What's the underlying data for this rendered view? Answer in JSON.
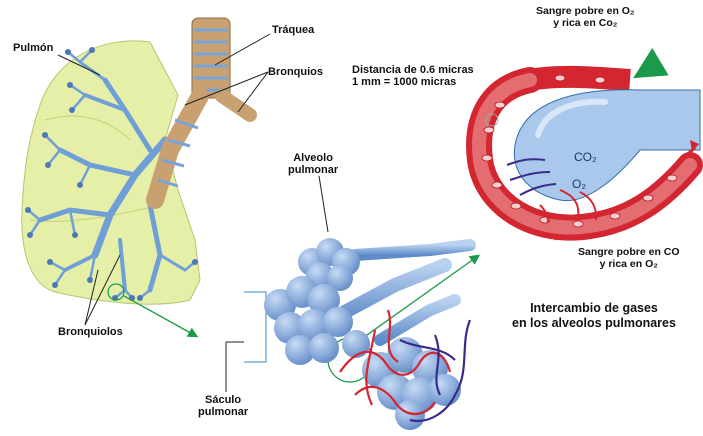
{
  "labels": {
    "pulmon": "Pulmón",
    "traquea": "Tráquea",
    "bronquios": "Bronquios",
    "bronquiolos": "Bronquiolos",
    "alveolo": "Alveolo\npulmonar",
    "saculo": "Sáculo\npulmonar",
    "distancia": "Distancia de 0.6 micras\n1 mm = 1000 micras",
    "sangre_o2": "Sangre pobre en O₂\ny rica en Co₂",
    "sangre_co2": "Sangre pobre en CO\ny rica en O₂",
    "intercambio": "Intercambio de gases\nen los alveolos pulmonares",
    "co2": "CO₂",
    "o2": "O₂"
  },
  "colors": {
    "lung_fill": "#e6efa8",
    "bronchi": "#6f9fd6",
    "trachea": "#c9a070",
    "alveolus": "#7fa7dd",
    "artery_red": "#d32630",
    "vein_blue": "#3a2a8c",
    "arrow_green": "#1a9a4a"
  }
}
